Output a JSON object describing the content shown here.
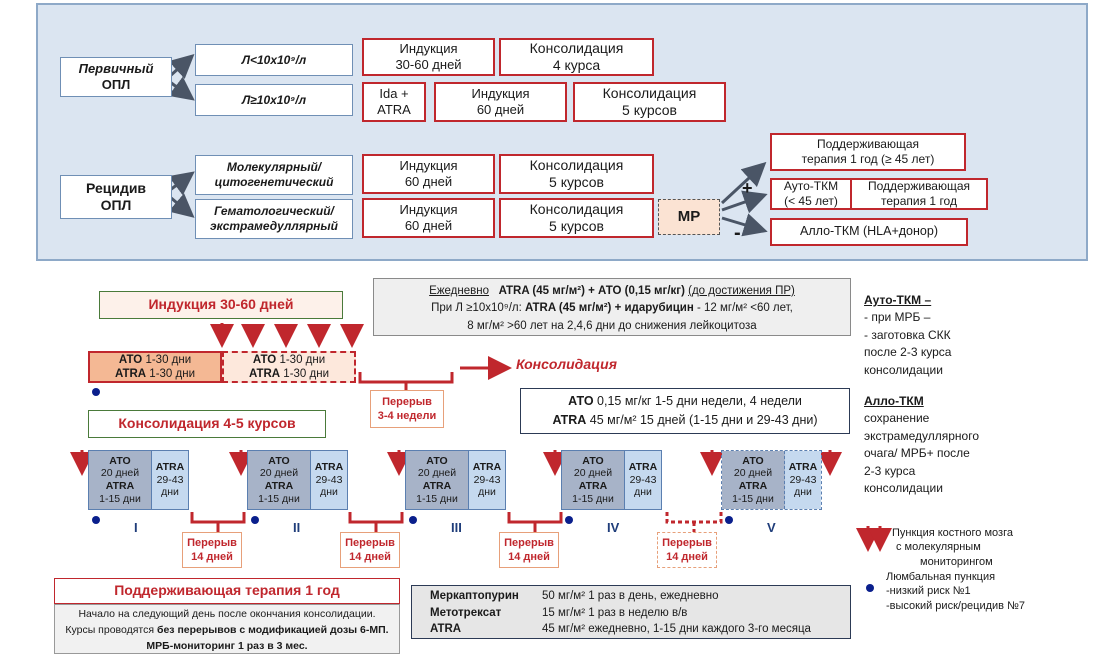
{
  "top": {
    "primary_label_1": "Первичный",
    "primary_label_2": "ОПЛ",
    "relapse_label_1": "Рецидив",
    "relapse_label_2": "ОПЛ",
    "low_wbc": "Л<10x10⁹/л",
    "high_wbc": "Л≥10x10⁹/л",
    "molecular_1": "Молекулярный/",
    "molecular_2": "цитогенетический",
    "hematologic_1": "Гематологический/",
    "hematologic_2": "экстрамедуллярный",
    "r1_ind_1": "Индукция",
    "r1_ind_2": "30-60 дней",
    "r1_cons_1": "Консолидация",
    "r1_cons_2": "4 курса",
    "r2_ida_1": "Ida +",
    "r2_ida_2": "ATRA",
    "r2_ind_1": "Индукция",
    "r2_ind_2": "60 дней",
    "r2_cons_1": "Консолидация",
    "r2_cons_2": "5 курсов",
    "r3_ind_1": "Индукция",
    "r3_ind_2": "60 дней",
    "r3_cons_1": "Консолидация",
    "r3_cons_2": "5 курсов",
    "r4_ind_1": "Индукция",
    "r4_ind_2": "60 дней",
    "r4_cons_1": "Консолидация",
    "r4_cons_2": "5 курсов",
    "mr": "МР",
    "plus": "+",
    "minus": "-",
    "maint_1": "Поддерживающая",
    "maint_2": "терапия  1 год (≥ 45 лет)",
    "auto_1": "Ауто-ТКМ",
    "auto_2": "(< 45 лет)",
    "auto_maint_1": "Поддерживающая",
    "auto_maint_2": "терапия  1 год",
    "allo": "Алло-ТКМ (HLA+донор)"
  },
  "induction": {
    "title": "Индукция 30-60 дней",
    "info_l1_a": "Ежедневно",
    "info_l1_b": "ATRA (45 мг/м²) + АТО (0,15 мг/кг)",
    "info_l1_c": "(до достижения ПР)",
    "info_l2_a": "При Л ≥10x10⁹/л:",
    "info_l2_b": "ATRA (45 мг/м²) + идарубицин",
    "info_l2_c": "- 12 мг/м² <60 лет,",
    "info_l3": "8 мг/м² >60 лет на 2,4,6 дни до снижения лейкоцитоза",
    "bar1_l1_b": "АТО",
    "bar1_l1": "1-30 дни",
    "bar1_l2_b": "ATRA",
    "bar1_l2": "1-30 дни",
    "bar2_l1_b": "АТО",
    "bar2_l1": "1-30 дни",
    "bar2_l2_b": "ATRA",
    "bar2_l2": "1-30 дни",
    "break_1": "Перерыв",
    "break_2": "3-4 недели",
    "next": "Консолидация"
  },
  "consolidation": {
    "title": "Консолидация 4-5 курсов",
    "info_l1_b": "АТО",
    "info_l1": "0,15 мг/кг  1-5 дни недели, 4 недели",
    "info_l2_b": "ATRA",
    "info_l2": "45 мг/м²  15 дней (1-15 дни и 29-43 дни)",
    "cycles": [
      {
        "roman": "I"
      },
      {
        "roman": "II"
      },
      {
        "roman": "III"
      },
      {
        "roman": "IV"
      },
      {
        "roman": "V"
      }
    ],
    "cyc_a_1": "АТО",
    "cyc_a_2": "20 дней",
    "cyc_a_3": "ATRA",
    "cyc_a_4": "1-15 дни",
    "cyc_b_1": "ATRA",
    "cyc_b_2": "29-43",
    "cyc_b_3": "дни",
    "pause_1": "Перерыв",
    "pause_2": "14 дней"
  },
  "maintenance": {
    "title": "Поддерживающая терапия 1 год",
    "note_1": "Начало на следующий день после окончания консолидации.",
    "note_2a": "Курсы проводятся",
    "note_2b": "без перерывов с модификацией дозы 6-МП.",
    "note_3": "МРБ-мониторинг 1 раз в 3 мес.",
    "drugs": [
      {
        "name": "Меркаптопурин",
        "dose": "50 мг/м² 1 раз в день, ежедневно"
      },
      {
        "name": "Метотрексат",
        "dose": "15 мг/м² 1 раз в  неделю в/в"
      },
      {
        "name": "ATRA",
        "dose": "45 мг/м² ежедневно, 1-15 дни каждого 3-го месяца"
      }
    ]
  },
  "side": {
    "auto_title": "Ауто-ТКМ –",
    "auto_lines": [
      "- при МРБ –",
      "- заготовка СКК",
      "после 2-3 курса",
      "консолидации"
    ],
    "allo_title": "Алло-ТКМ",
    "allo_lines": [
      "сохранение",
      "экстрамедуллярного",
      "очага/ МРБ+ после",
      "2-3 курса",
      "консолидации"
    ],
    "legend_bm_1": "Пункция костного мозга",
    "legend_bm_2": "с молекулярным",
    "legend_bm_3": "мониторингом",
    "legend_lp_1": "Люмбальная пункция",
    "legend_lp_2": "-низкий риск №1",
    "legend_lp_3": "-высокий риск/рецидив №7"
  },
  "colors": {
    "accent_red": "#c0272d",
    "panel_bg": "#dbe5f1",
    "cycle_gray": "#a7b3c8",
    "cycle_blue": "#c5d9ef"
  }
}
